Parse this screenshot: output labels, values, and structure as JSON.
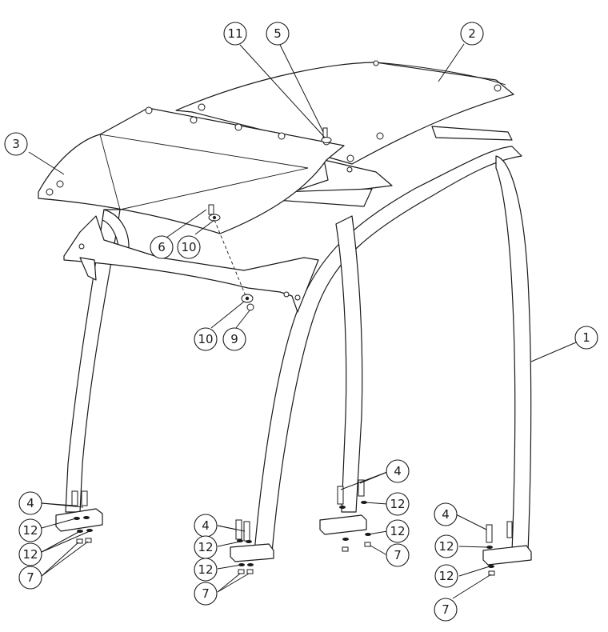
{
  "diagram": {
    "callouts": [
      {
        "id": "c11",
        "label": "11"
      },
      {
        "id": "c5",
        "label": "5"
      },
      {
        "id": "c2",
        "label": "2"
      },
      {
        "id": "c3",
        "label": "3"
      },
      {
        "id": "c6",
        "label": "6"
      },
      {
        "id": "c10a",
        "label": "10"
      },
      {
        "id": "c10b",
        "label": "10"
      },
      {
        "id": "c9",
        "label": "9"
      },
      {
        "id": "c1",
        "label": "1"
      },
      {
        "id": "c4a",
        "label": "4"
      },
      {
        "id": "c12a",
        "label": "12"
      },
      {
        "id": "c12b",
        "label": "12"
      },
      {
        "id": "c7a",
        "label": "7"
      },
      {
        "id": "c4b",
        "label": "4"
      },
      {
        "id": "c12c",
        "label": "12"
      },
      {
        "id": "c12d",
        "label": "12"
      },
      {
        "id": "c7b",
        "label": "7"
      },
      {
        "id": "c4c",
        "label": "4"
      },
      {
        "id": "c12e",
        "label": "12"
      },
      {
        "id": "c12f",
        "label": "12"
      },
      {
        "id": "c7c",
        "label": "7"
      },
      {
        "id": "c4d",
        "label": "4"
      },
      {
        "id": "c12g",
        "label": "12"
      },
      {
        "id": "c12h",
        "label": "12"
      },
      {
        "id": "c7d",
        "label": "7"
      }
    ]
  }
}
